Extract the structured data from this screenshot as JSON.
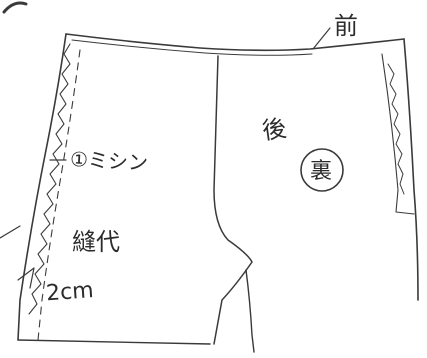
{
  "labels": {
    "front": "前",
    "back": "後",
    "reverse_side": "裏",
    "step": "①ミシン",
    "seam_allowance": "縫代",
    "seam_allowance_value": "2cm"
  },
  "colors": {
    "ink": "#2b2b2b",
    "paper": "#ffffff"
  }
}
